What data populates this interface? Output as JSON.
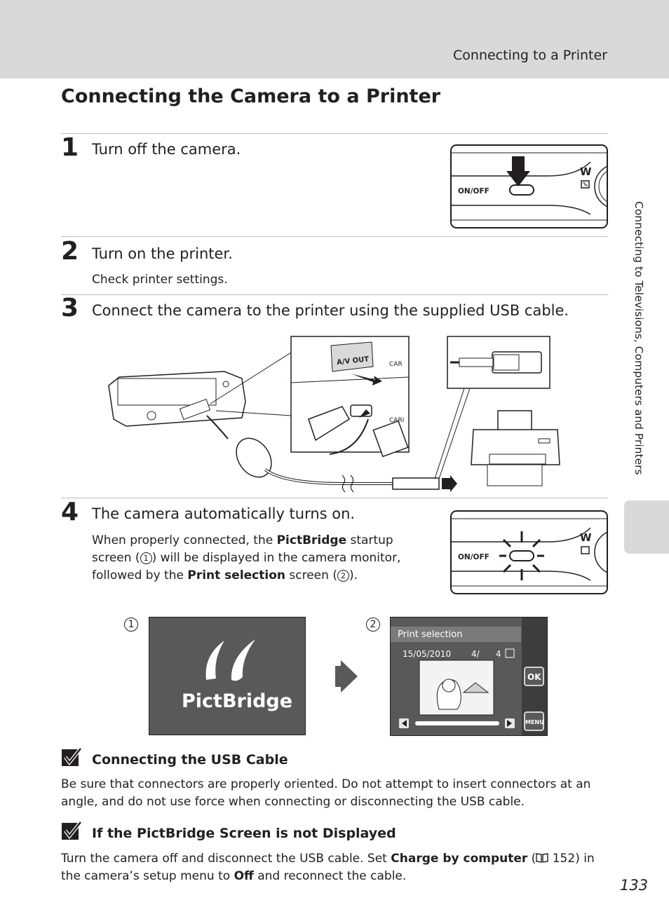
{
  "header": {
    "title": "Connecting to a Printer"
  },
  "side_tab": {
    "text": "Connecting to Televisions, Computers and Printers"
  },
  "page_title": "Connecting the Camera to a Printer",
  "steps": [
    {
      "num": "1",
      "text": "Turn off the camera."
    },
    {
      "num": "2",
      "text": "Turn on the printer.",
      "sub": "Check printer settings."
    },
    {
      "num": "3",
      "text": "Connect the camera to the printer using the supplied USB cable."
    },
    {
      "num": "4",
      "text": "The camera automatically turns on.",
      "desc": {
        "p1": "When properly connected, the ",
        "b1": "PictBridge",
        "p2": " startup screen (",
        "c1": "1",
        "p3": ") will be displayed in the camera monitor, followed by the ",
        "b2": "Print selection",
        "p4": " screen (",
        "c2": "2",
        "p5": ")."
      }
    }
  ],
  "camera_button_label": "ON/OFF",
  "camera_zoom_label": "W",
  "illustration": {
    "av_out": "A/V OUT",
    "car_label": "CAR",
    "cari_label": "CARI"
  },
  "screens": {
    "marker1": "1",
    "marker2": "2",
    "pictbridge_logo": "PictBridge",
    "print_selection_title": "Print selection",
    "date": "15/05/2010",
    "count": "4/",
    "total": "4",
    "ok_label": "OK",
    "menu_label": "MENU"
  },
  "notes": [
    {
      "title": "Connecting the USB Cable",
      "text": "Be sure that connectors are properly oriented. Do not attempt to insert connectors at an angle, and do not use force when connecting or disconnecting the USB cable."
    },
    {
      "title": "If the PictBridge Screen is not Displayed",
      "p1": "Turn the camera off and disconnect the USB cable. Set ",
      "b1": "Charge by computer",
      "p2": " (",
      "ref": "152",
      "p3": ") in the camera’s setup menu to ",
      "b2": "Off",
      "p4": " and reconnect the cable."
    }
  ],
  "page_number": "133",
  "colors": {
    "header_bg": "#d9d9d9",
    "text": "#231f20",
    "rule": "#bfbfbf",
    "screen_bg": "#595959"
  }
}
